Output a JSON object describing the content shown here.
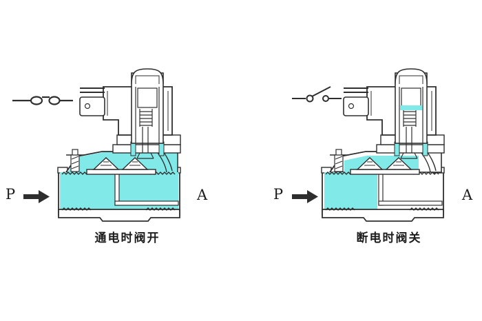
{
  "colors": {
    "fluid": "#82E9E9",
    "line": "#2E2E2E",
    "text": "#1C1C1C"
  },
  "diagrams": [
    {
      "caption": "通电时阀开",
      "inlet_label": "P",
      "outlet_label": "A",
      "switch_state": "closed",
      "valve_state": "open-fluid-through"
    },
    {
      "caption": "断电时阀关",
      "inlet_label": "P",
      "outlet_label": "A",
      "switch_state": "open",
      "valve_state": "closed-fluid-at-inlet-only"
    }
  ]
}
